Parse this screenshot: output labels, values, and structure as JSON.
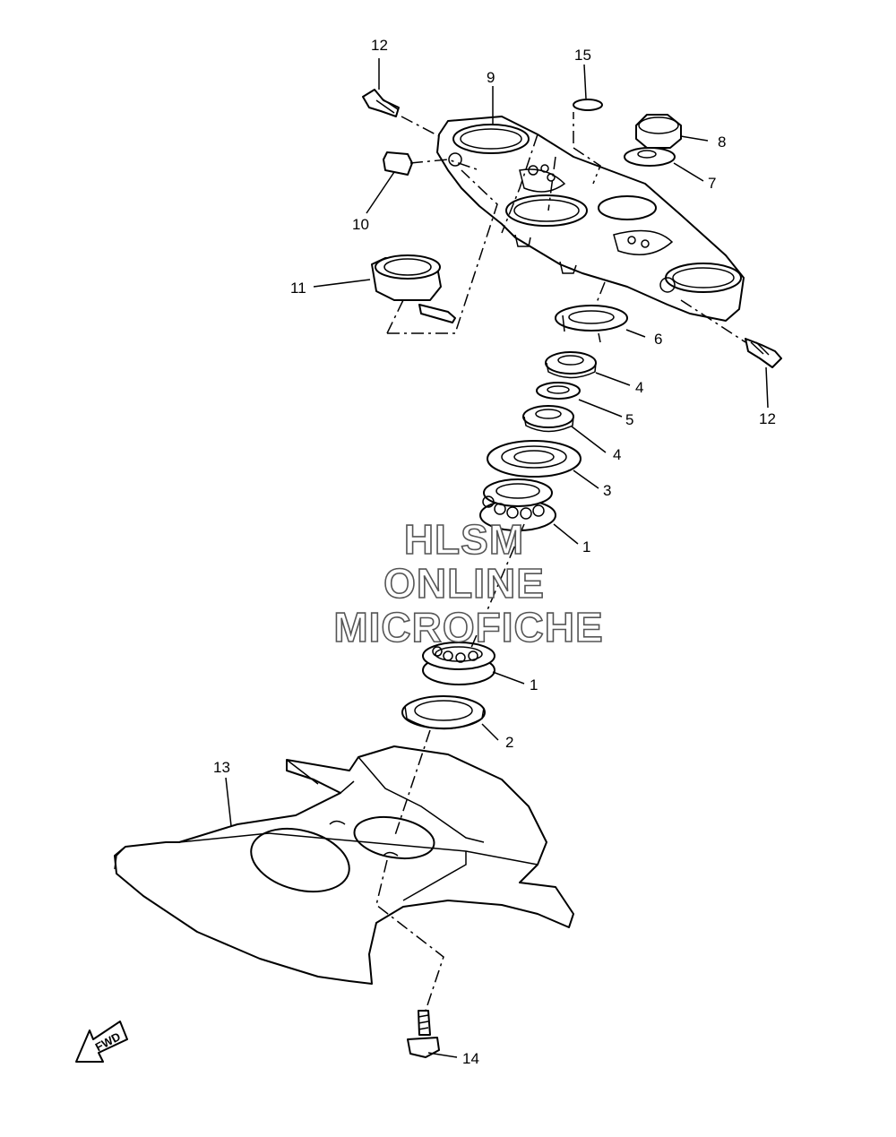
{
  "labels": {
    "p1_upper": "1",
    "p1_lower": "1",
    "p2": "2",
    "p3": "3",
    "p4_upper": "4",
    "p4_lower": "4",
    "p5": "5",
    "p6": "6",
    "p7": "7",
    "p8": "8",
    "p9": "9",
    "p10": "10",
    "p11": "11",
    "p12_left": "12",
    "p12_right": "12",
    "p13": "13",
    "p14": "14",
    "p15": "15"
  },
  "watermark": {
    "line1": "HLSM",
    "line2": "ONLINE",
    "line3": "MICROFICHE"
  },
  "fwd_badge": "FWD"
}
